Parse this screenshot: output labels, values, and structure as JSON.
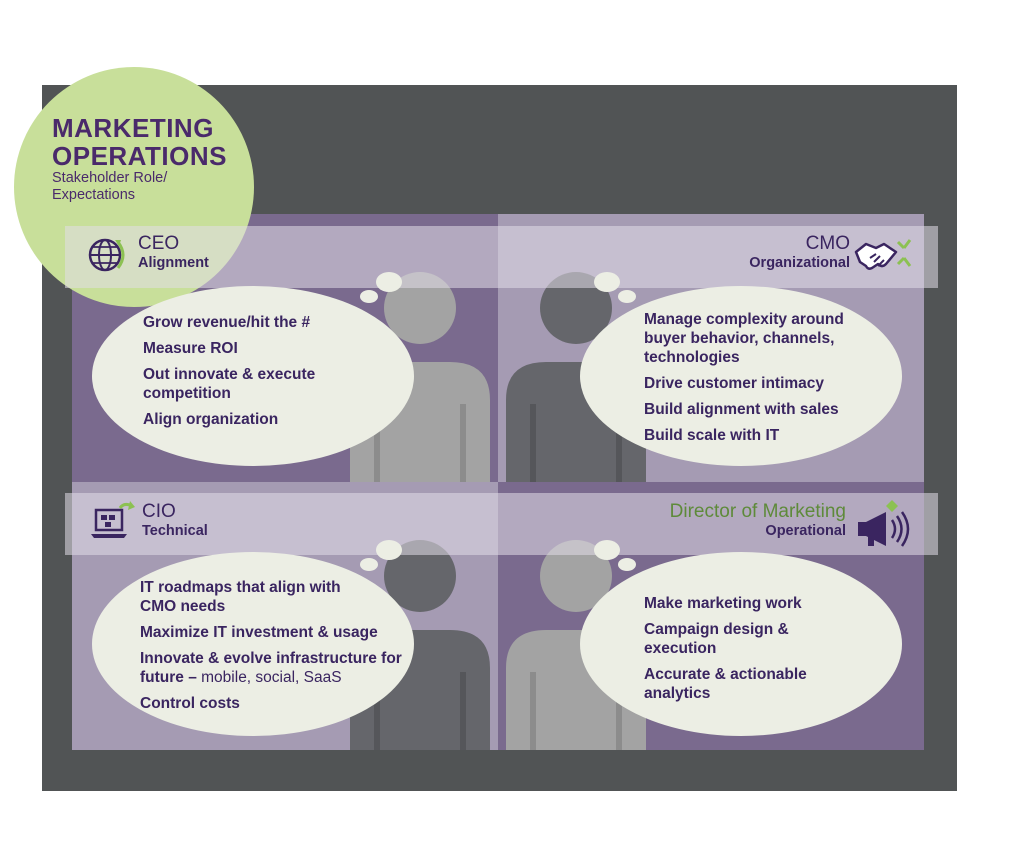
{
  "header": {
    "title_line1": "MARKETING",
    "title_line2": "OPERATIONS",
    "subtitle_line1": "Stakeholder Role/",
    "subtitle_line2": "Expectations"
  },
  "colors": {
    "frame": "#515455",
    "accent_green": "#c8df9a",
    "text_purple": "#3a2560",
    "role_green": "#5e8a3a"
  },
  "quadrants": {
    "ceo": {
      "role": "CEO",
      "subtitle": "Alignment",
      "icon": "globe-icon",
      "items": [
        "Grow revenue/hit the #",
        "Measure ROI",
        "Out innovate & execute competition",
        "Align organization"
      ]
    },
    "cmo": {
      "role": "CMO",
      "subtitle": "Organizational",
      "icon": "handshake-icon",
      "items": [
        "Manage complexity around buyer behavior, channels, technologies",
        "Drive customer intimacy",
        "Build alignment with sales",
        "Build scale with IT"
      ]
    },
    "cio": {
      "role": "CIO",
      "subtitle": "Technical",
      "icon": "laptop-icon",
      "items": [
        "IT roadmaps that align with CMO needs",
        "Maximize IT investment & usage"
      ],
      "item3_bold": "Innovate & evolve infrastructure for future –",
      "item3_light": " mobile, social, SaaS",
      "item4": "Control costs"
    },
    "director": {
      "role": "Director of Marketing",
      "subtitle": "Operational",
      "icon": "megaphone-icon",
      "items": [
        "Make marketing work",
        "Campaign design & execution",
        "Accurate & actionable analytics"
      ]
    }
  }
}
